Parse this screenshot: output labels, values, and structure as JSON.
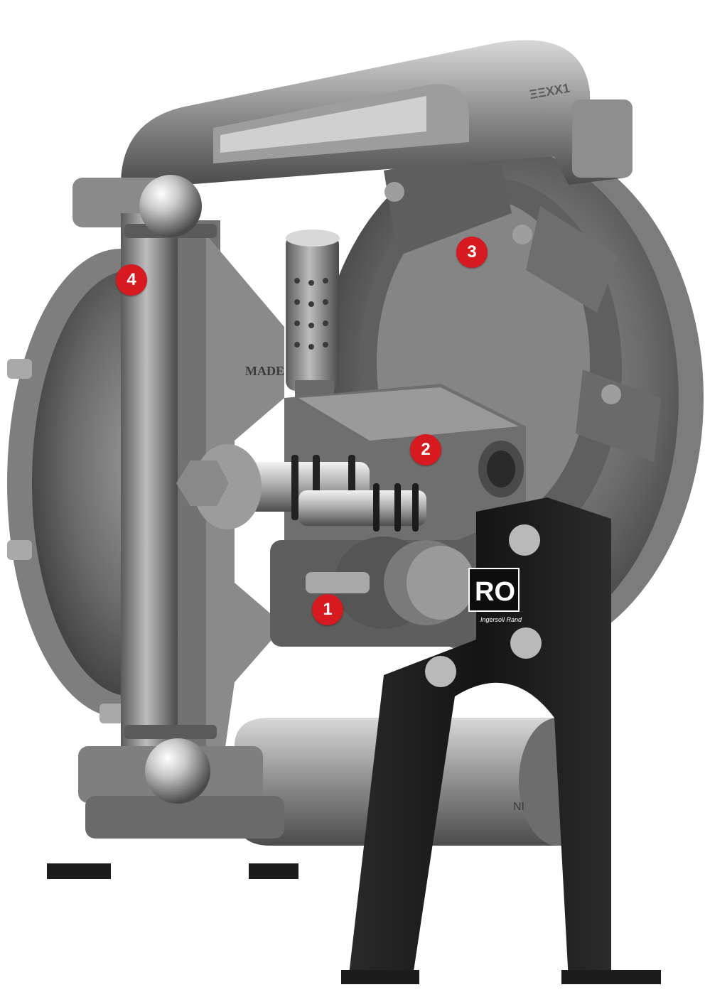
{
  "illustration": {
    "colors": {
      "callout": "#d71920",
      "metal_light": "#c9c9c9",
      "metal_mid": "#8e8e8e",
      "metal_dark": "#4a4a4a",
      "stand": "#1b1b1b"
    },
    "casting_text_top": "ΞΞXX1",
    "casting_text_side": "MADE",
    "casting_text_bottom": "NI",
    "nameplate_text": "RO",
    "nameplate_brand": "Ingersoll Rand"
  },
  "callouts": [
    {
      "number": "1"
    },
    {
      "number": "2"
    },
    {
      "number": "3"
    },
    {
      "number": "4"
    }
  ]
}
